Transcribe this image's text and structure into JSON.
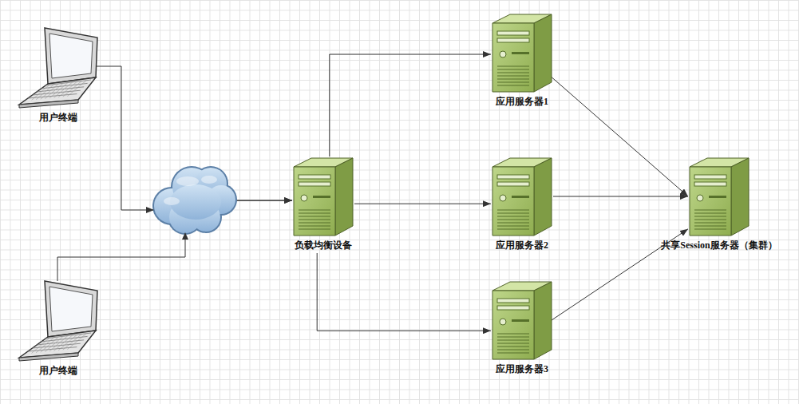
{
  "diagram": {
    "nodes": [
      {
        "text": [
          "用户终端"
        ]
      },
      {
        "text": [
          "用户终端"
        ]
      },
      {
        "text": [
          "负载均衡设备"
        ]
      },
      {
        "text": [
          "应用服务器1"
        ]
      },
      {
        "text": [
          "应用服务器2"
        ]
      },
      {
        "text": [
          "应用服务器3"
        ]
      },
      {
        "text": [
          "共享Session服务器（集群）"
        ]
      }
    ],
    "edges": [
      {
        "from": 0,
        "to": 2,
        "arrow": "to"
      },
      {
        "from": 1,
        "to": 2,
        "arrow": "to"
      },
      {
        "from": 2,
        "to": 3,
        "arrow": "to"
      },
      {
        "from": 2,
        "to": 4,
        "arrow": "to"
      },
      {
        "from": 2,
        "to": 5,
        "arrow": "to"
      },
      {
        "from": 3,
        "to": 6,
        "arrow": "to"
      },
      {
        "from": 4,
        "to": 6,
        "arrow": "to"
      },
      {
        "from": 5,
        "to": 6,
        "arrow": "to"
      }
    ]
  }
}
